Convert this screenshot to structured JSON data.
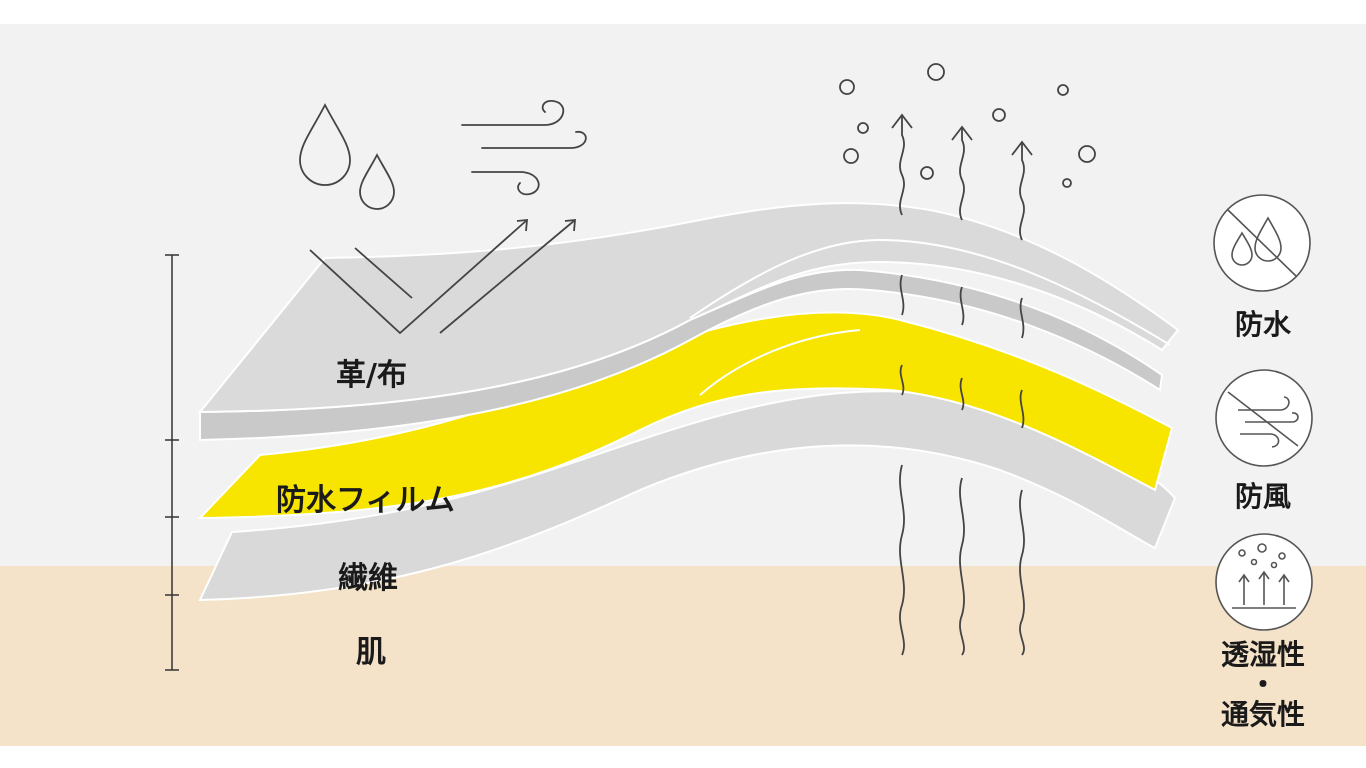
{
  "layers": {
    "leather": "革/布",
    "film": "防水フィルム",
    "fiber": "繊維",
    "skin": "肌"
  },
  "features": [
    {
      "label": "防水",
      "icon": "no-water-drops-icon"
    },
    {
      "label": "防風",
      "icon": "no-wind-icon"
    },
    {
      "label": "透湿性\n・\n通気性",
      "icon": "moisture-vapor-icon"
    }
  ],
  "colors": {
    "background": "#f2f2f2",
    "skin": "#f5e3c9",
    "layer": "#d9d9d9",
    "layer_edge": "#c6c6c6",
    "film": "#f7e500",
    "line": "#4a4a4a"
  }
}
